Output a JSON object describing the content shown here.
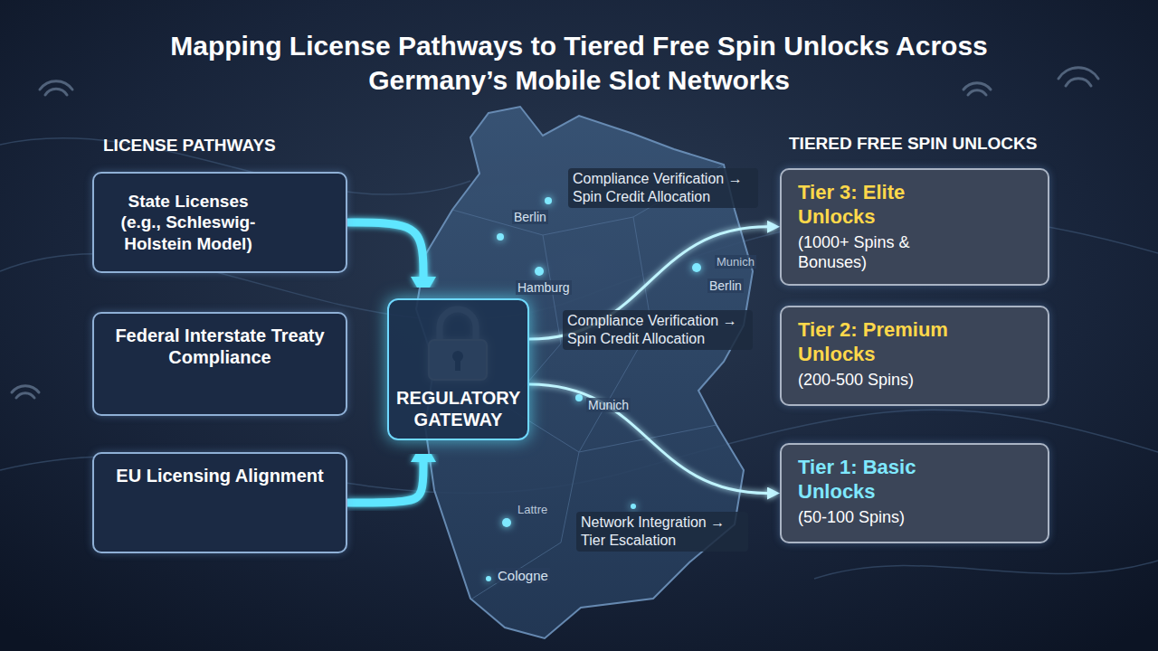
{
  "diagram": {
    "title": "Mapping License Pathways to Tiered Free Spin Unlocks Across Germany’s Mobile Slot Networks",
    "nodes": [
      {
        "text": [
          "State Licenses (e.g., Schleswig-Holstein Model)"
        ]
      },
      {
        "text": [
          "Federal Interstate Treaty Compliance"
        ]
      },
      {
        "text": [
          "EU Licensing Alignment"
        ]
      },
      {
        "text": [
          "REGULATORY GATEWAY"
        ]
      },
      {
        "text": [
          "Tier 3: Elite Unlocks",
          "(1000+ Spins & Bonuses)"
        ]
      },
      {
        "text": [
          "Tier 2: Premium Unlocks",
          "(200-500 Spins)"
        ]
      },
      {
        "text": [
          "Tier 1: Basic Unlocks",
          "(50-100 Spins)"
        ]
      }
    ],
    "edges": [
      {
        "from": 0,
        "to": 3,
        "arrow": "to"
      },
      {
        "from": 1,
        "to": 3,
        "arrow": "to"
      },
      {
        "from": 2,
        "to": 3,
        "arrow": "to"
      },
      {
        "from": 3,
        "to": 4,
        "label": "Compliance Verification → Spin Credit Allocation",
        "arrow": "to"
      },
      {
        "from": 3,
        "to": 5,
        "label": "Compliance Verification → Spin Credit Allocation",
        "arrow": "to"
      },
      {
        "from": 3,
        "to": 6,
        "label": "Network Integration → Tier Escalation",
        "arrow": "to"
      }
    ],
    "labels": [
      "LICENSE PATHWAYS",
      "TIERED FREE SPIN UNLOCKS",
      "Berlin",
      "Hamburg",
      "Berlin",
      "Munich",
      "Munich",
      "Lattre",
      "Cologne"
    ]
  }
}
